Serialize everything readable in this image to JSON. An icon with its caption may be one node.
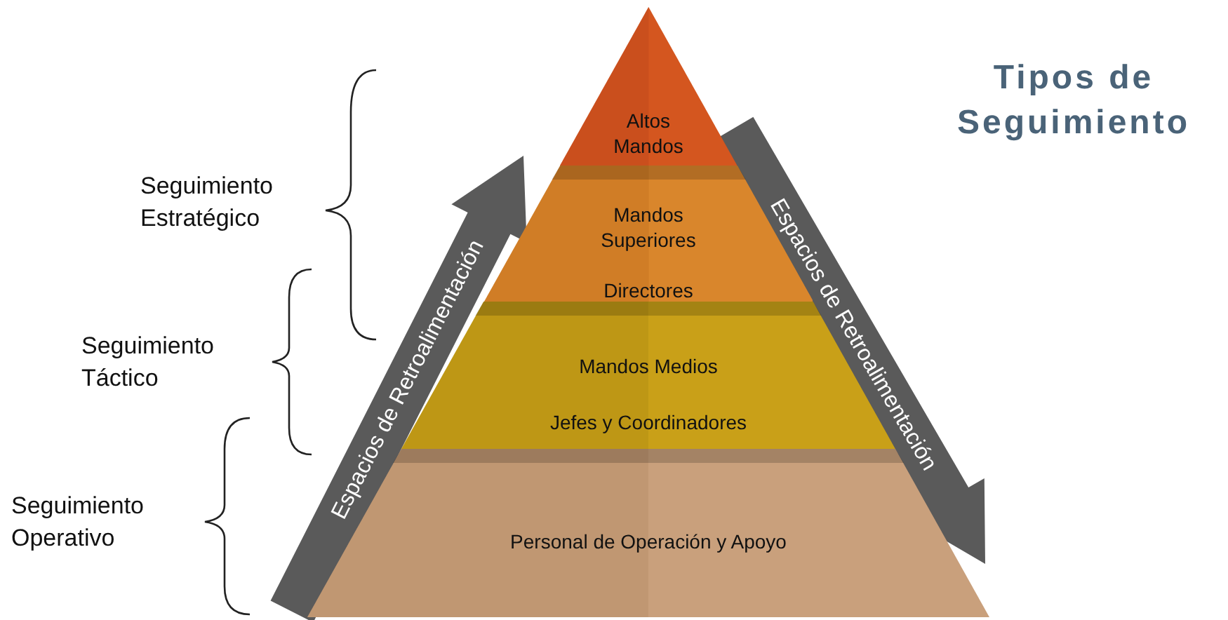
{
  "diagram": {
    "title": "Tipos de Seguimiento",
    "nodes": [
      {
        "text": [
          "Altos Mandos"
        ]
      },
      {
        "text": [
          "Mandos Superiores",
          "Directores"
        ]
      },
      {
        "text": [
          "Mandos Medios",
          "Jefes y Coordinadores"
        ]
      },
      {
        "text": [
          "Personal de Operación y Apoyo"
        ]
      }
    ],
    "labels": [
      "Seguimiento Estratégico",
      "Seguimiento Táctico",
      "Seguimiento Operativo",
      "Espacios de Retroalimentación",
      "Espacios de Retroalimentación"
    ]
  }
}
